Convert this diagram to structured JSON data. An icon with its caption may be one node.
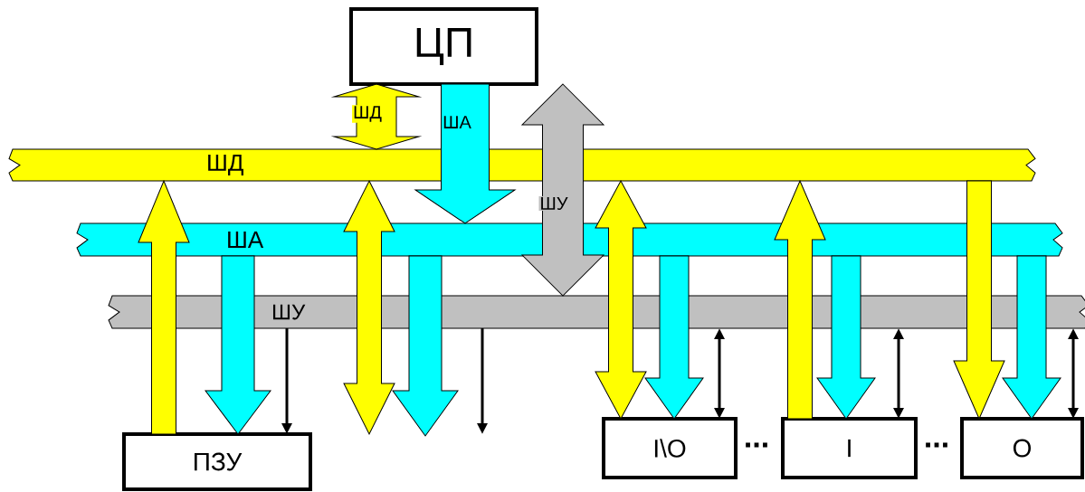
{
  "diagram": {
    "nodes": [
      {
        "text": [
          "ЦП"
        ]
      },
      {
        "text": [
          "ШД"
        ]
      },
      {
        "text": [
          "ША"
        ]
      },
      {
        "text": [
          "ШУ"
        ]
      },
      {
        "text": [
          "ПЗУ"
        ]
      },
      {
        "text": [
          "I\\O"
        ]
      },
      {
        "text": [
          "I"
        ]
      },
      {
        "text": [
          "O"
        ]
      }
    ],
    "edges": [
      {
        "from": 0,
        "to": 1,
        "arrow": "both",
        "label": "ШД",
        "style": "thick",
        "color": "#ffff00"
      },
      {
        "from": 0,
        "to": 2,
        "arrow": "to",
        "label": "ША",
        "style": "thick",
        "color": "#00ffff"
      },
      {
        "from": 0,
        "to": 3,
        "arrow": "both",
        "label": "ШУ",
        "style": "thick",
        "color": "#c0c0c0"
      },
      {
        "from": 4,
        "to": 1,
        "arrow": "to",
        "style": "thick",
        "color": "#ffff00"
      },
      {
        "from": 2,
        "to": 4,
        "arrow": "to",
        "style": "thick",
        "color": "#00ffff"
      },
      {
        "from": 3,
        "to": 4,
        "arrow": "to",
        "color": "#000000"
      },
      {
        "from": 1,
        "to": null,
        "arrow": "both",
        "style": "thick",
        "color": "#ffff00"
      },
      {
        "from": 2,
        "to": null,
        "arrow": "to",
        "style": "thick",
        "color": "#00ffff"
      },
      {
        "from": 3,
        "to": null,
        "arrow": "to",
        "color": "#000000"
      },
      {
        "from": 1,
        "to": 5,
        "arrow": "both",
        "style": "thick",
        "color": "#ffff00"
      },
      {
        "from": 2,
        "to": 5,
        "arrow": "to",
        "style": "thick",
        "color": "#00ffff"
      },
      {
        "from": 3,
        "to": 5,
        "arrow": "both",
        "color": "#000000"
      },
      {
        "from": 6,
        "to": 1,
        "arrow": "to",
        "style": "thick",
        "color": "#ffff00"
      },
      {
        "from": 2,
        "to": 6,
        "arrow": "to",
        "style": "thick",
        "color": "#00ffff"
      },
      {
        "from": 3,
        "to": 6,
        "arrow": "both",
        "color": "#000000"
      },
      {
        "from": 1,
        "to": 7,
        "arrow": "to",
        "style": "thick",
        "color": "#ffff00"
      },
      {
        "from": 2,
        "to": 7,
        "arrow": "to",
        "style": "thick",
        "color": "#00ffff"
      },
      {
        "from": 3,
        "to": 7,
        "arrow": "both",
        "color": "#000000"
      }
    ],
    "labels": [
      "...",
      "..."
    ]
  }
}
